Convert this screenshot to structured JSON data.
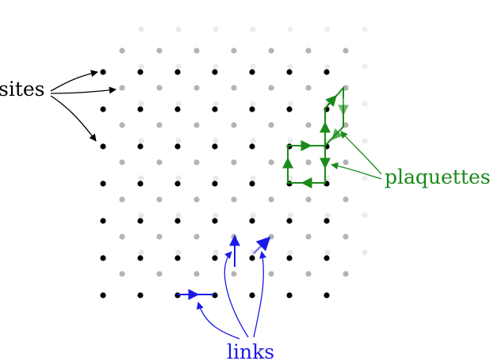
{
  "labels": {
    "sites": "sites",
    "plaquettes": "plaquettes",
    "links": "links"
  },
  "colors": {
    "front_site": "#000000",
    "back_site": "#b4b4b4",
    "far_site": "#e6e6e6",
    "sites_label": "#000000",
    "plaquette": "#1a8a1a",
    "plaquette_faint": "#7cc47c",
    "link": "#1a1ae6",
    "link_faint": "#7a7aee"
  },
  "lattice": {
    "front_rows": 7,
    "front_cols": 7,
    "layers": 3
  }
}
